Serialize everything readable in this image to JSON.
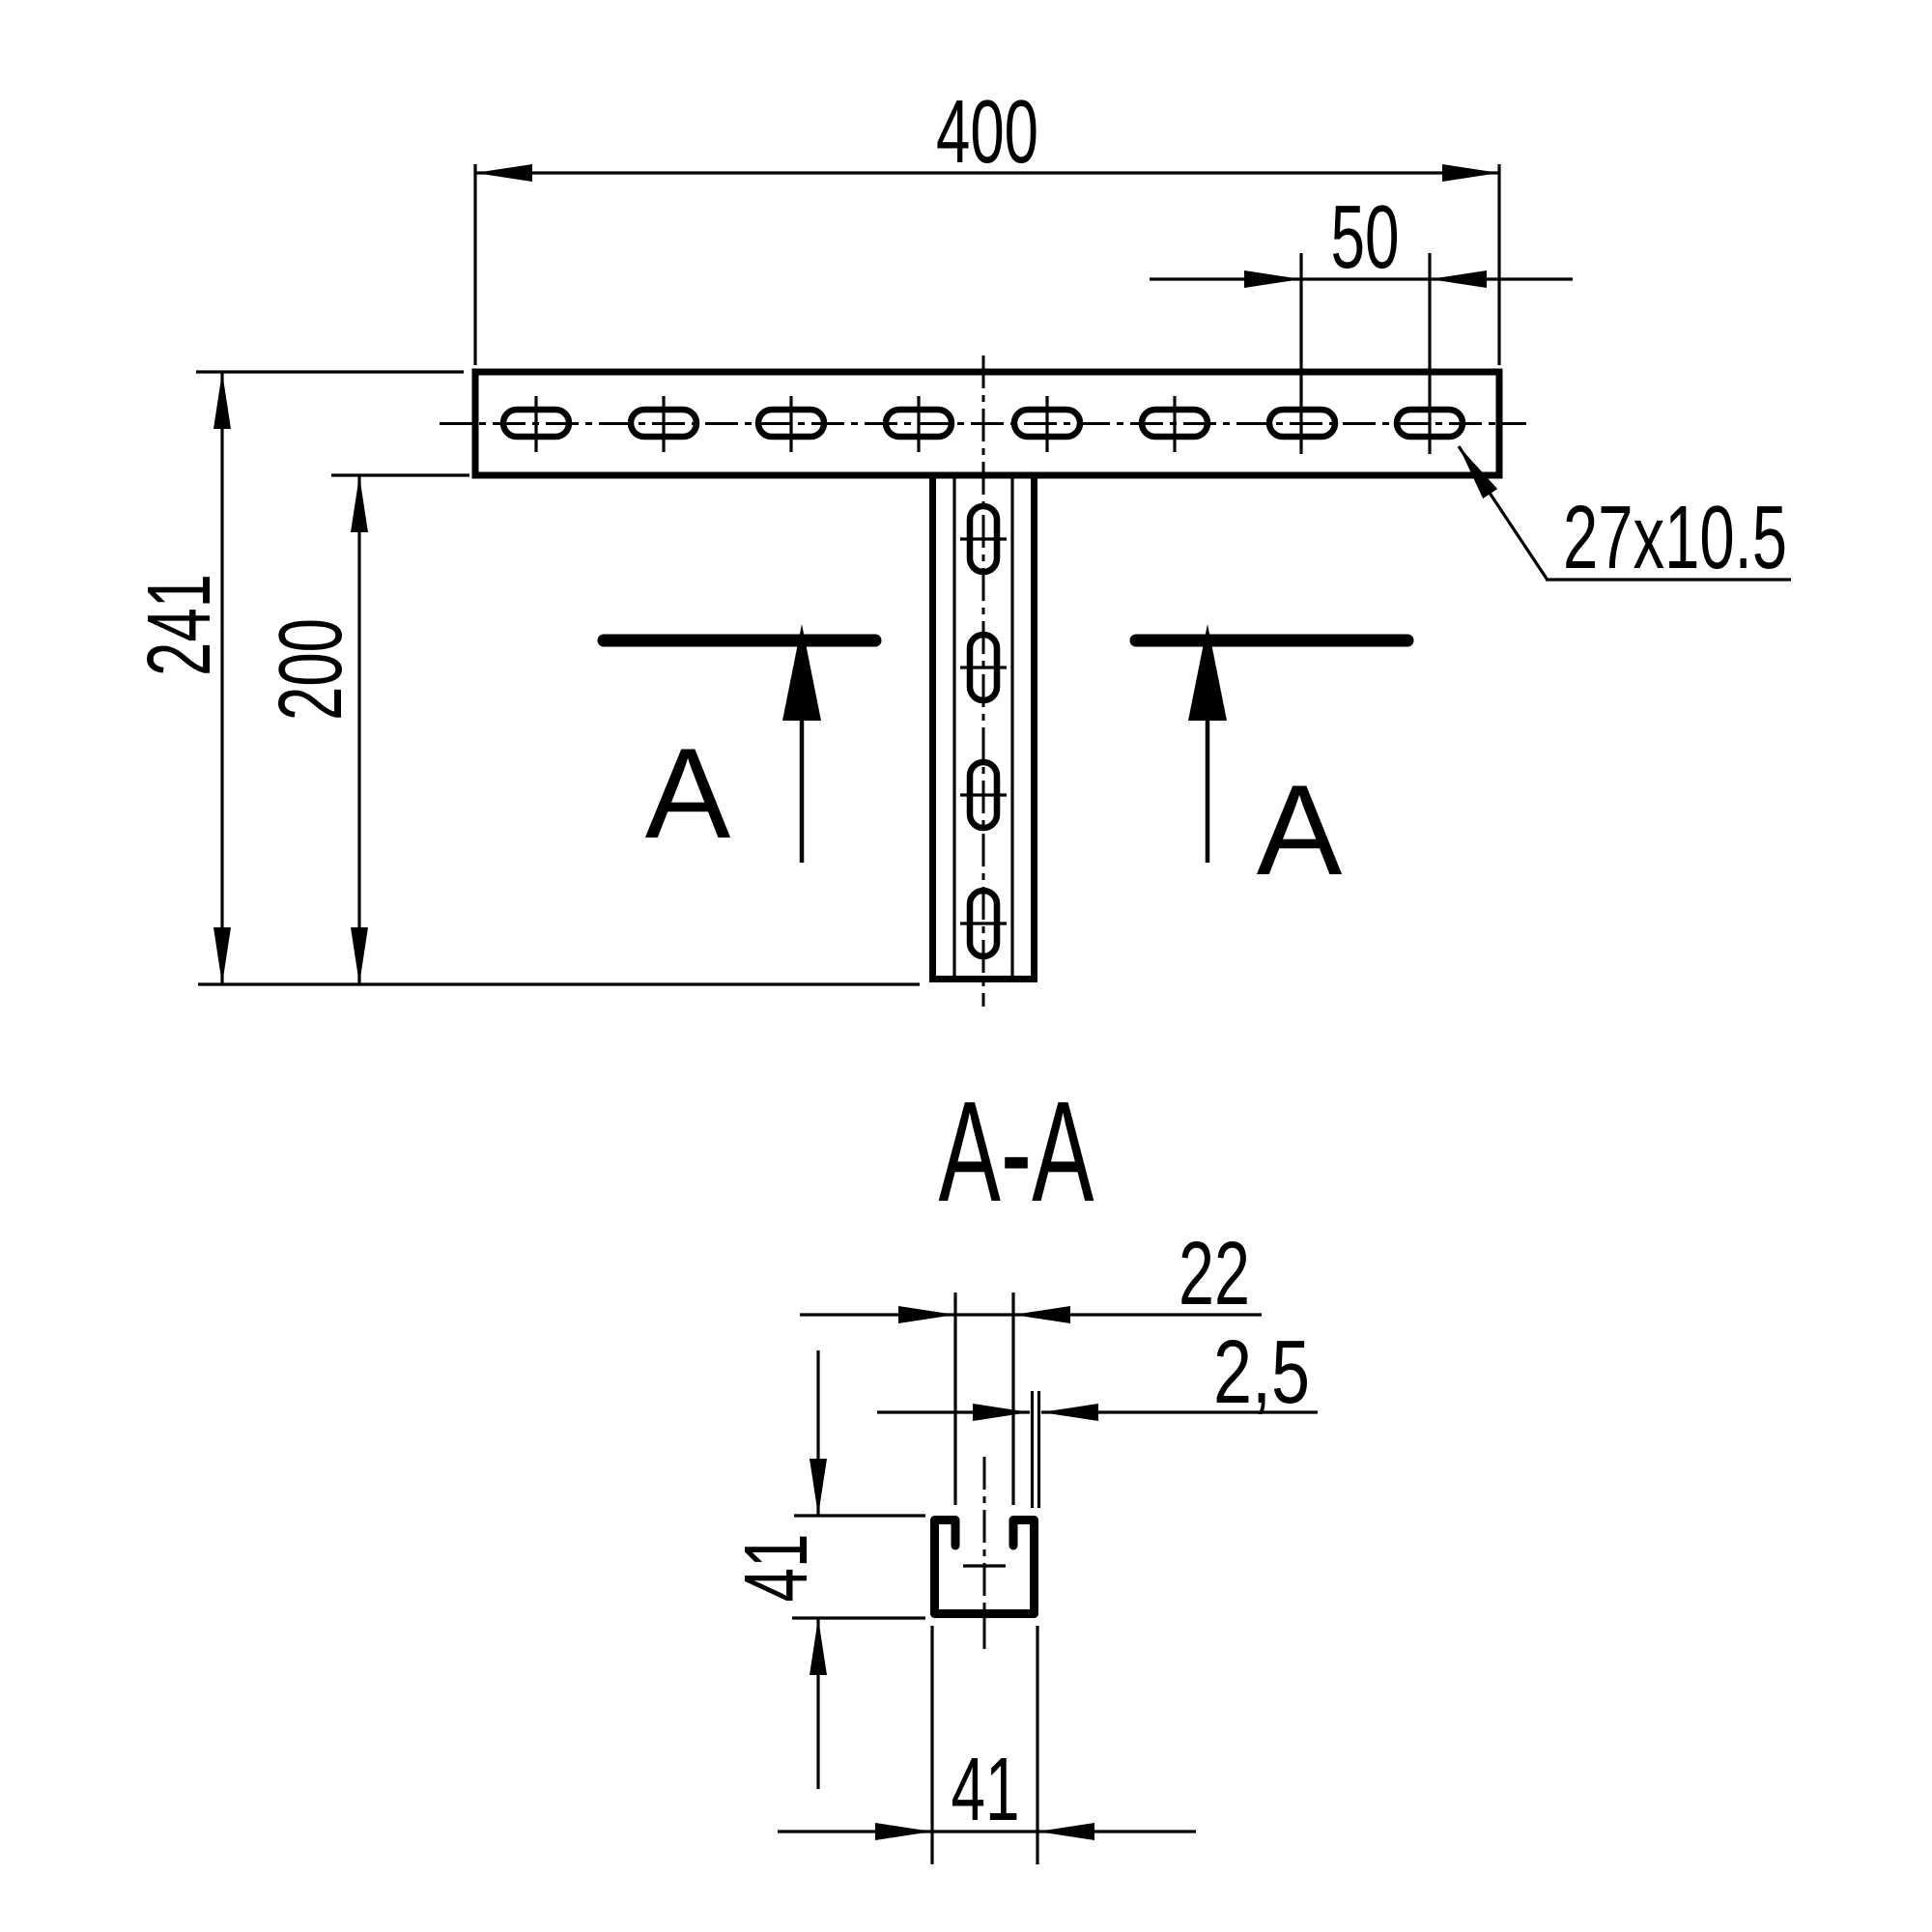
{
  "drawing": {
    "background_color": "#ffffff",
    "line_color": "#000000",
    "top_view": {
      "width_dim": "400",
      "hole_pitch_dim": "50",
      "total_height_dim": "241",
      "drop_height_dim": "200",
      "slot_size_label": "27x10.5",
      "section_arrow_left": "A",
      "section_arrow_right": "A"
    },
    "section_view": {
      "title": "A-A",
      "opening_dim": "22",
      "wall_thickness_dim": "2,5",
      "profile_height_dim": "41",
      "profile_width_dim": "41"
    }
  }
}
